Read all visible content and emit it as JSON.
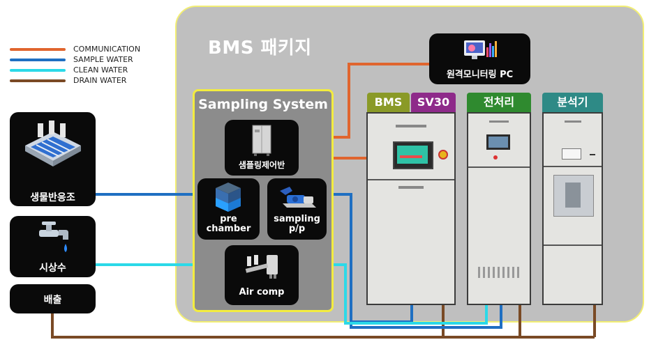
{
  "legend": [
    {
      "label": "COMMUNICATION",
      "color": "#e0652e"
    },
    {
      "label": "SAMPLE WATER",
      "color": "#1f6fc2"
    },
    {
      "label": "CLEAN WATER",
      "color": "#2bd9e8"
    },
    {
      "label": "DRAIN WATER",
      "color": "#7a4a25"
    }
  ],
  "package_title": "BMS 패키지",
  "remote_pc": {
    "label": "원격모니터링 PC",
    "icon": "monitor-chart-icon"
  },
  "sources": [
    {
      "label": "생물반응조",
      "icon": "bioreactor-tank-icon"
    },
    {
      "label": "시상수",
      "icon": "water-faucet-icon"
    },
    {
      "label": "배출"
    }
  ],
  "sampling_system": {
    "title": "Sampling System",
    "control_panel": "샘플링제어반",
    "pre_chamber": "pre\nchamber",
    "sampling_pump": "sampling\np/p",
    "air_comp": "Air comp"
  },
  "cabinet_tabs": [
    {
      "label": "BMS",
      "color": "#8a9a27"
    },
    {
      "label": "SV30",
      "color": "#8e2a8a"
    },
    {
      "label": "전처리",
      "color": "#2f8a2f"
    },
    {
      "label": "분석기",
      "color": "#2e8a86"
    }
  ],
  "colors": {
    "communication": "#e0652e",
    "sample": "#1f6fc2",
    "clean": "#2bd9e8",
    "drain": "#7a4a25",
    "frame": "#f3ec3f"
  }
}
